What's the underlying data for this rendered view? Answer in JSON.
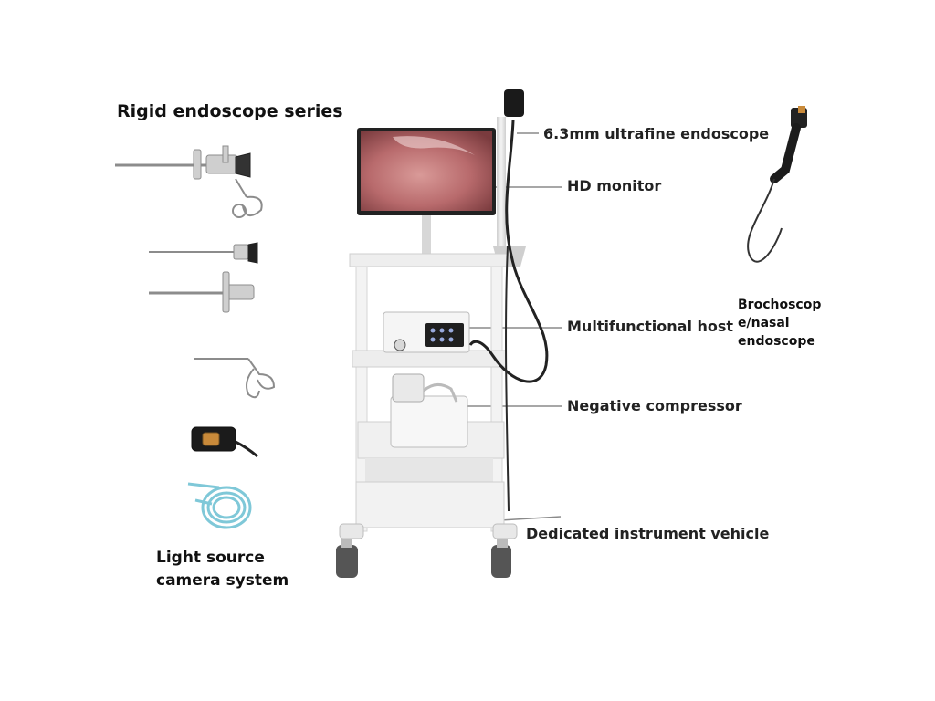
{
  "title": "Rigid  endoscope series",
  "callouts": {
    "ultrafine": "6.3mm ultrafine endoscope",
    "monitor": "HD monitor",
    "host": "Multifunctional host",
    "compressor": "Negative compressor",
    "vehicle": "Dedicated instrument vehicle"
  },
  "bronchoscope": {
    "lines": [
      "Brochoscop",
      "e/nasal",
      "endoscope"
    ]
  },
  "light_source": {
    "lines": [
      "Light source",
      "camera system"
    ]
  },
  "colors": {
    "text": "#111111",
    "leader": "#8a8a8a",
    "cart": "#f2f2f2",
    "screen": "#b76a6a",
    "cable": "#7fc8d8"
  }
}
